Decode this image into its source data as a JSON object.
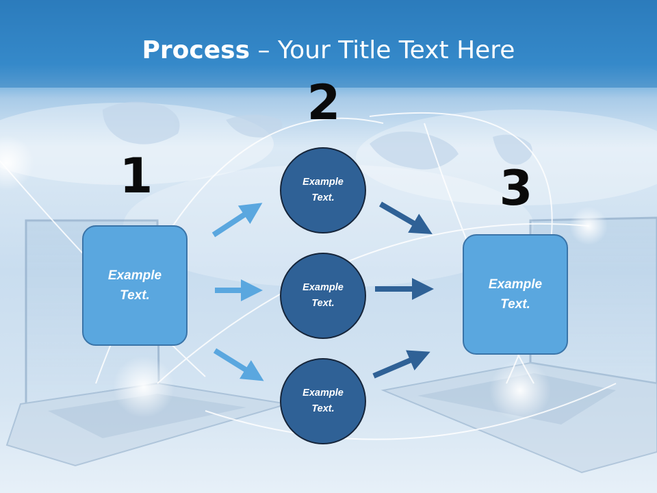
{
  "title": {
    "bold": "Process",
    "separator": " – ",
    "rest": "Your Title Text Here"
  },
  "steps": {
    "one": {
      "number": "1",
      "text": "Example\nText."
    },
    "two": {
      "number": "2",
      "items": [
        {
          "text": "Example\nText."
        },
        {
          "text": "Example\nText."
        },
        {
          "text": "Example\nText."
        }
      ]
    },
    "three": {
      "number": "3",
      "text": "Example\nText."
    }
  },
  "colors": {
    "header": "#2e7fc0",
    "box_fill": "#5aa7df",
    "circle_fill": "#2f6196",
    "arrow_light": "#5aa7df",
    "arrow_dark": "#2f6196"
  }
}
